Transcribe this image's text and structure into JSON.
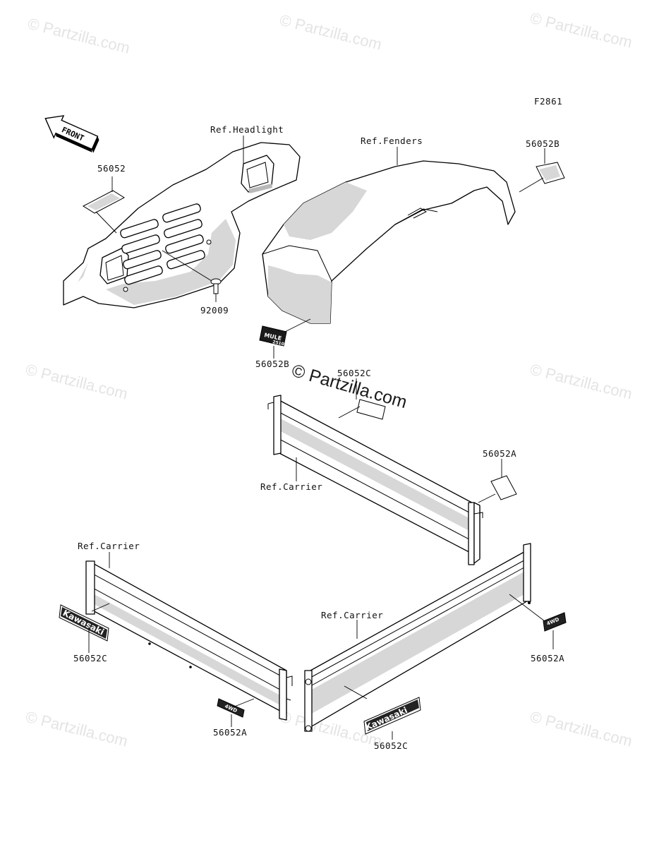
{
  "figure_code": "F2861",
  "watermarks": {
    "small": "© Partzilla.com",
    "center": "© Partzilla.com"
  },
  "front_arrow": {
    "label": "FRONT"
  },
  "labels": {
    "ref_headlight": "Ref.Headlight",
    "ref_fenders": "Ref.Fenders",
    "part_56052_front": "56052",
    "part_56052B_top": "56052B",
    "part_92009": "92009",
    "part_56052B_mid": "56052B",
    "part_56052C_mid": "56052C",
    "part_56052A_mid": "56052A",
    "ref_carrier_rear": "Ref.Carrier",
    "ref_carrier_left": "Ref.Carrier",
    "ref_carrier_right": "Ref.Carrier",
    "part_56052C_left": "56052C",
    "part_56052A_left": "56052A",
    "part_56052A_right": "56052A",
    "part_56052C_right": "56052C"
  },
  "decals": {
    "kawasaki": "Kawasaki",
    "mule": "MULE",
    "mule_sub": "2510",
    "four_wd": "4WD"
  }
}
